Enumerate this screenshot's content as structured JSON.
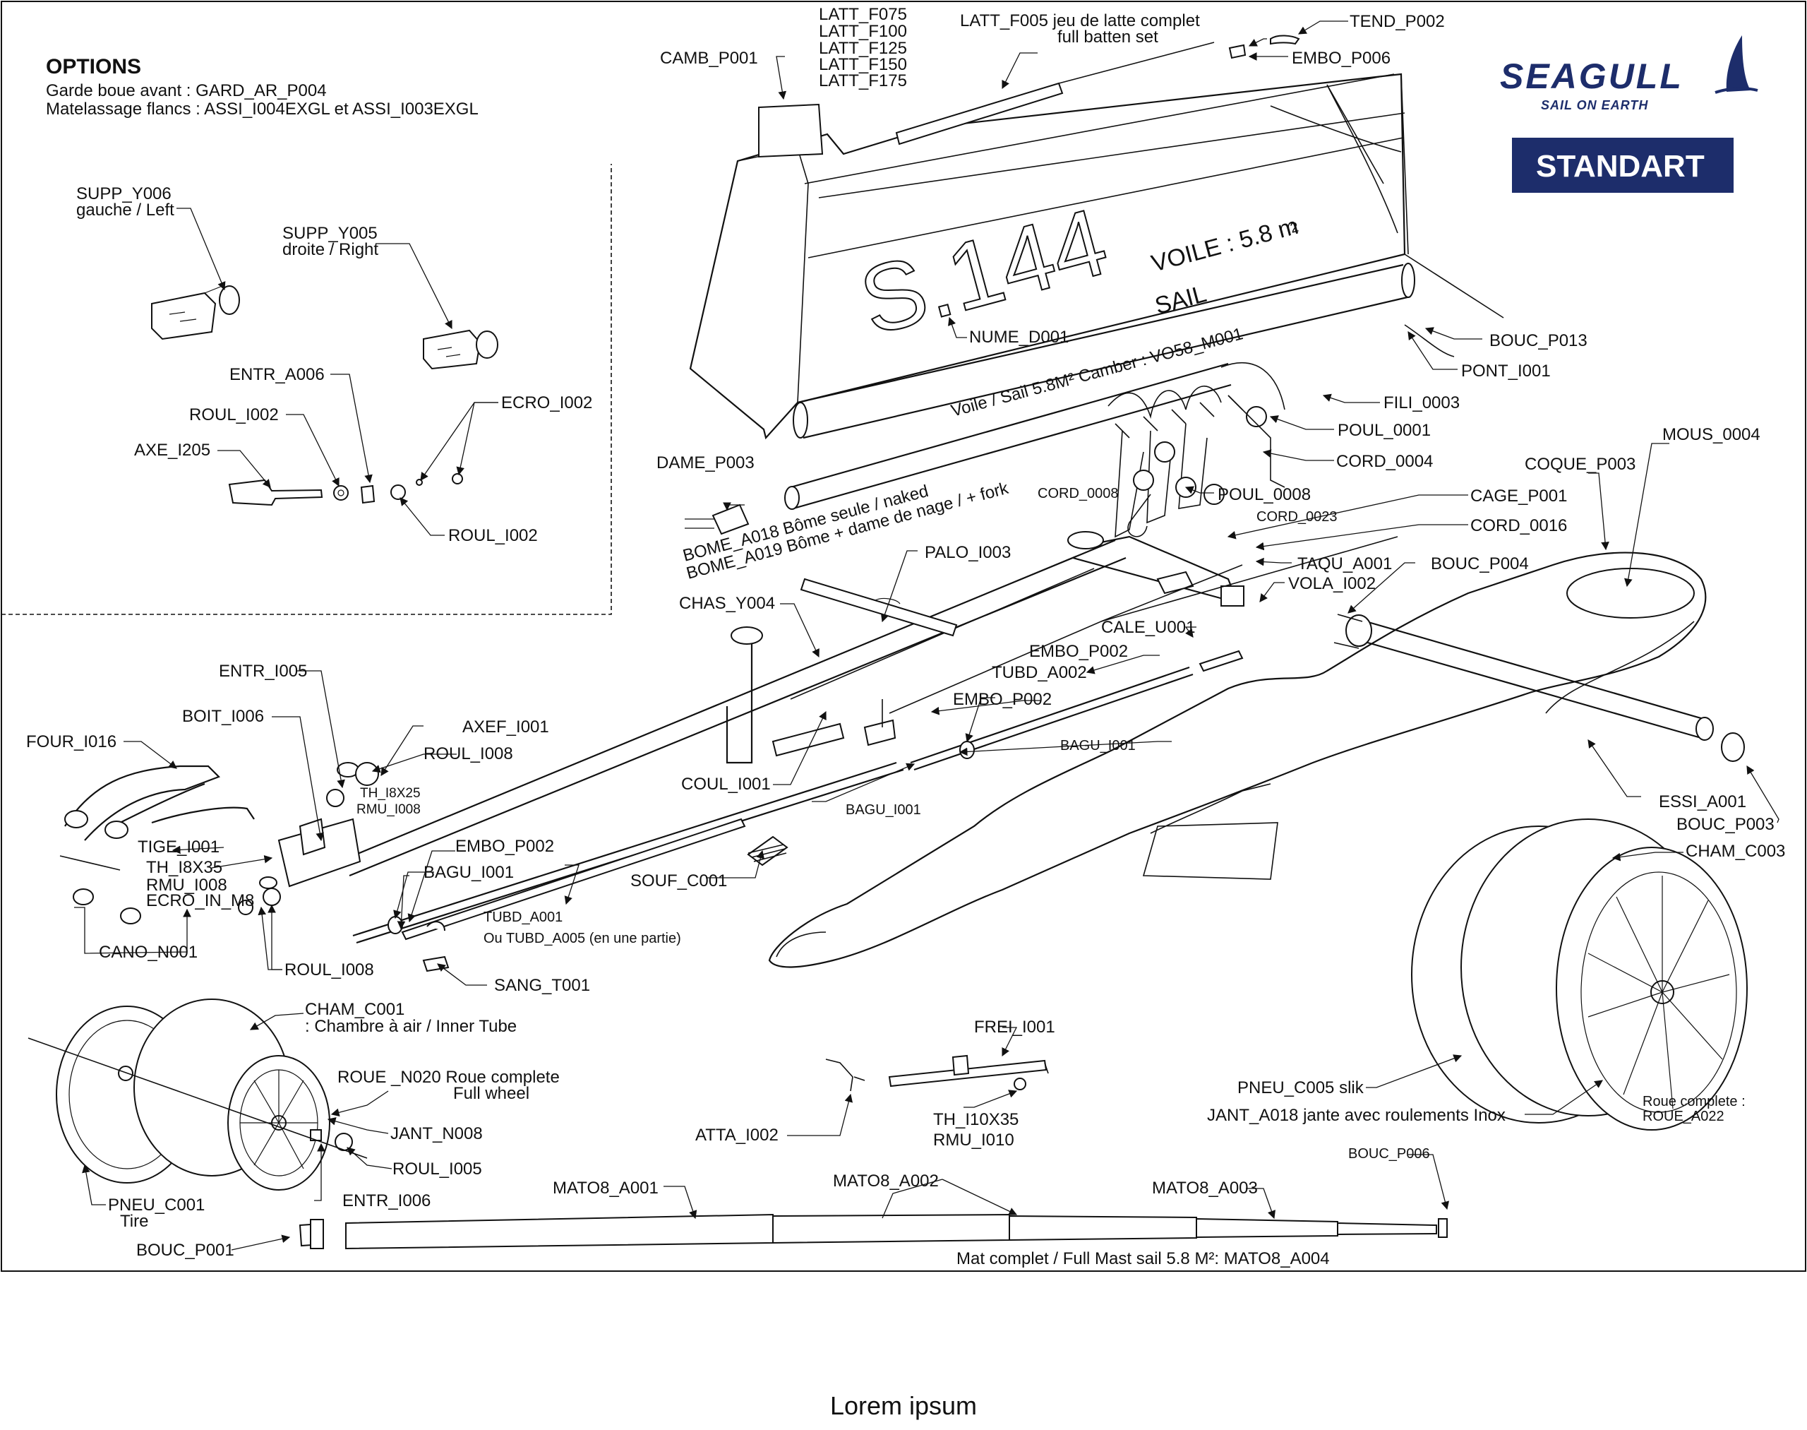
{
  "options": {
    "title": "OPTIONS",
    "line1": "Garde boue avant : GARD_AR_P004",
    "line2": "Matelassage flancs : ASSI_I004EXGL et ASSI_I003EXGL"
  },
  "brand": {
    "name": "SEAGULL",
    "tagline": "SAIL ON EARTH",
    "badge": "STANDART",
    "color": "#1d2d6b"
  },
  "sail": {
    "number": "S.144",
    "area_text": "VOILE : 5.8 m",
    "area_sup": "2",
    "sail_word": "SAIL"
  },
  "labels": {
    "supp_y006_a": "SUPP_Y006",
    "supp_y006_b": "gauche / Left",
    "supp_y005_a": "SUPP_Y005",
    "supp_y005_b": "droite / Right",
    "entr_a006": "ENTR_A006",
    "roul_i002_top": "ROUL_I002",
    "ecro_i002": "ECRO_I002",
    "axe_i205": "AXE_I205",
    "roul_i002_bot": "ROUL_I002",
    "latt_f075": "LATT_F075",
    "latt_f100": "LATT_F100",
    "latt_f125": "LATT_F125",
    "latt_f150": "LATT_F150",
    "latt_f175": "LATT_F175",
    "latt_f005_a": "LATT_F005 jeu de latte complet",
    "latt_f005_b": "full batten set",
    "tend_p002": "TEND_P002",
    "embo_p006": "EMBO_P006",
    "camb_p001": "CAMB_P001",
    "nume_d001": "NUME_D001",
    "bouc_p013": "BOUC_P013",
    "pont_i001": "PONT_I001",
    "fili_0003": "FILI_0003",
    "poul_0001": "POUL_0001",
    "cord_0004": "CORD_0004",
    "voile_sail": "Voile / Sail 5.8M² Camber : VO58_M001",
    "dame_p003": "DAME_P003",
    "bome_a018": "BOME_A018 Bôme seule / naked",
    "bome_a019": "BOME_A019 Bôme + dame de nage / + fork",
    "cord_0008": "CORD_0008",
    "poul_0008": "POUL_0008",
    "cord_0023": "CORD_0023",
    "cage_p001": "CAGE_P001",
    "cord_0016": "CORD_0016",
    "mous_0004": "MOUS_0004",
    "coque_p003": "COQUE_P003",
    "taqu_a001": "TAQU_A001",
    "bouc_p004": "BOUC_P004",
    "vola_i002": "VOLA_I002",
    "palo_i003": "PALO_I003",
    "chas_y004": "CHAS_Y004",
    "cale_u001": "CALE_U001",
    "embo_p002_a": "EMBO_P002",
    "tubd_a002": "TUBD_A002",
    "embo_p002_b": "EMBO_P002",
    "bagu_i001_a": "BAGU_I001",
    "entr_i005": "ENTR_I005",
    "boit_i006": "BOIT_I006",
    "axef_i001": "AXEF_I001",
    "roul_i008_a": "ROUL_I008",
    "four_i016": "FOUR_I016",
    "th_i8x25": "TH_I8X25",
    "rmu_i008_a": "RMU_I008",
    "coul_i001": "COUL_I001",
    "bagu_i001_b": "BAGU_I001",
    "essi_a001": "ESSI_A001",
    "bouc_p003": "BOUC_P003",
    "cham_c003": "CHAM_C003",
    "tige_i001": "TIGE_I001",
    "th_i8x35": "TH_I8X35",
    "rmu_i008_b": "RMU_I008",
    "ecro_in_m8": "ECRO_IN_M8",
    "embo_p002_c": "EMBO_P002",
    "bagu_i001_c": "BAGU_I001",
    "souf_c001": "SOUF_C001",
    "tubd_a001": "TUBD_A001",
    "ou_tubd": "Ou TUBD_A005 (en une partie)",
    "cano_n001": "CANO_N001",
    "roul_i008_b": "ROUL_I008",
    "sang_t001": "SANG_T001",
    "cham_c001_a": "CHAM_C001",
    "cham_c001_b": ": Chambre à air / Inner Tube",
    "roue_n020_a": "ROUE _N020   Roue complete",
    "roue_n020_b": "Full wheel",
    "jant_n008": "JANT_N008",
    "roul_i005": "ROUL_I005",
    "entr_i006": "ENTR_I006",
    "pneu_c001_a": "PNEU_C001",
    "pneu_c001_b": "Tire",
    "bouc_p001": "BOUC_P001",
    "frei_i001": "FREI_I001",
    "atta_i002": "ATTA_I002",
    "th_i10x35": "TH_I10X35",
    "rmu_i010": "RMU_I010",
    "pneu_c005": "PNEU_C005 slik",
    "jant_a018": "JANT_A018 jante avec roulements Inox",
    "roue_complete": "Roue complete :",
    "roue_a022": "ROUE_A022",
    "bouc_p006": "BOUC_P006",
    "mato8_a001": "MATO8_A001",
    "mato8_a002": "MATO8_A002",
    "mato8_a003": "MATO8_A003",
    "mat_complet": "Mat complet  / Full Mast  sail 5.8 M²: MATO8_A004"
  },
  "caption": "Lorem ipsum"
}
